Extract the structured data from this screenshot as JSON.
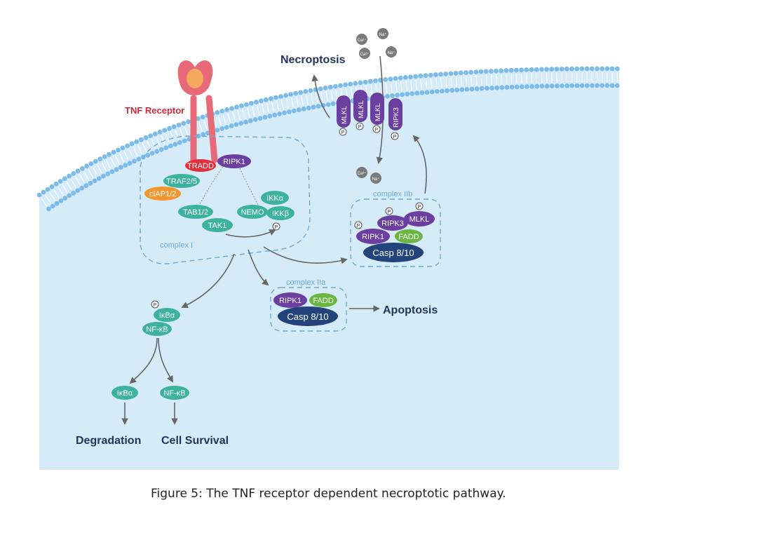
{
  "receptor": {
    "label": "TNF Receptor"
  },
  "complex_i": {
    "label": "complex I",
    "tradd": "TRADD",
    "ripk1": "RIPK1",
    "traf": "TRAF2/5",
    "ciap": "cIAP1/2",
    "tab": "TAB1/2",
    "tak": "TAK1",
    "nemo": "NEMO",
    "ikka": "IKKα",
    "ikkb": "IKKβ"
  },
  "complex_iia": {
    "label": "complex IIa",
    "ripk1": "RIPK1",
    "fadd": "FADD",
    "casp": "Casp 8/10"
  },
  "complex_iib": {
    "label": "complex IIb",
    "ripk1": "RIPK1",
    "ripk3": "RIPK3",
    "mlkl": "MLKL",
    "fadd": "FADD",
    "casp": "Casp 8/10"
  },
  "membrane_proteins": {
    "mlkl_1": "MLKL",
    "mlkl_2": "MLKL",
    "mlkl_3": "MLKL",
    "ripk3": "RIPK3"
  },
  "phospho": "P",
  "ions": {
    "ca": "Ca²⁺",
    "na": "Na⁺"
  },
  "ikba_nfkb": {
    "ikba": "IκBα",
    "nfkb": "NF-κB"
  },
  "outcomes": {
    "necroptosis": "Necroptosis",
    "apoptosis": "Apoptosis",
    "degradation": "Degradation",
    "survival": "Cell Survival",
    "ikba_free": "IκBα",
    "nfkb_free": "NF-κB"
  },
  "caption": "Figure 5: The TNF receptor dependent necroptotic pathway.",
  "colors": {
    "background": "#d6ebf8",
    "lipid_head": "#7dbbe8",
    "teal": "#3db39f",
    "purple": "#6a3fa0",
    "navy": "#23447a",
    "green": "#6cb741",
    "red": "#e0303d",
    "orange": "#f0962d",
    "receptor": "#e86a78"
  }
}
